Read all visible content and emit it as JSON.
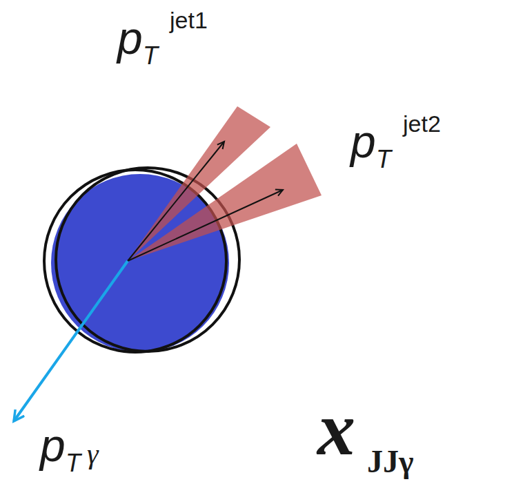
{
  "diagram": {
    "labels": [
      "p",
      "T",
      "jet1",
      "p",
      "T",
      "jet2",
      "p",
      "T",
      "γ",
      "x",
      "JJγ"
    ]
  }
}
